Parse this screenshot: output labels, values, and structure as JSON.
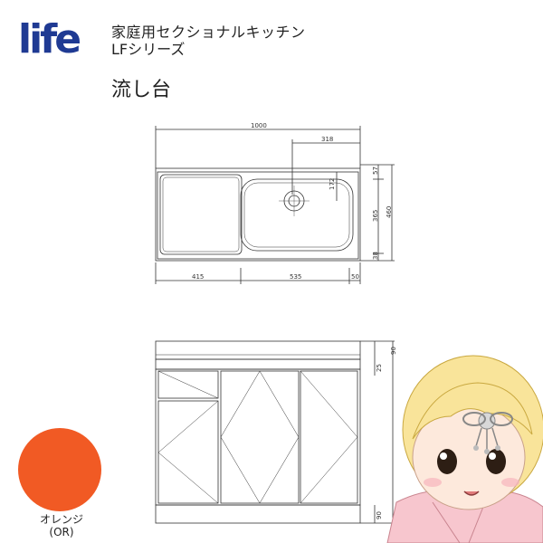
{
  "brand": {
    "logo_text": "life",
    "logo_color": "#1F3A93"
  },
  "header": {
    "title": "家庭用セクショナルキッチン",
    "series": "LFシリーズ",
    "product": "流し台"
  },
  "plan_view": {
    "width_total": "1000",
    "sink_offset": "318",
    "drain_offset": "172",
    "depth_inner": "365",
    "depth_total": "460",
    "depth_top": "57",
    "depth_bottom": "38",
    "seg_left": "415",
    "seg_mid": "535",
    "seg_right": "50"
  },
  "front_view": {
    "top_height": "90",
    "drawer_height": "25",
    "bottom_height": "90"
  },
  "color": {
    "name": "オレンジ",
    "code": "(OR)",
    "hex": "#F15A24"
  }
}
